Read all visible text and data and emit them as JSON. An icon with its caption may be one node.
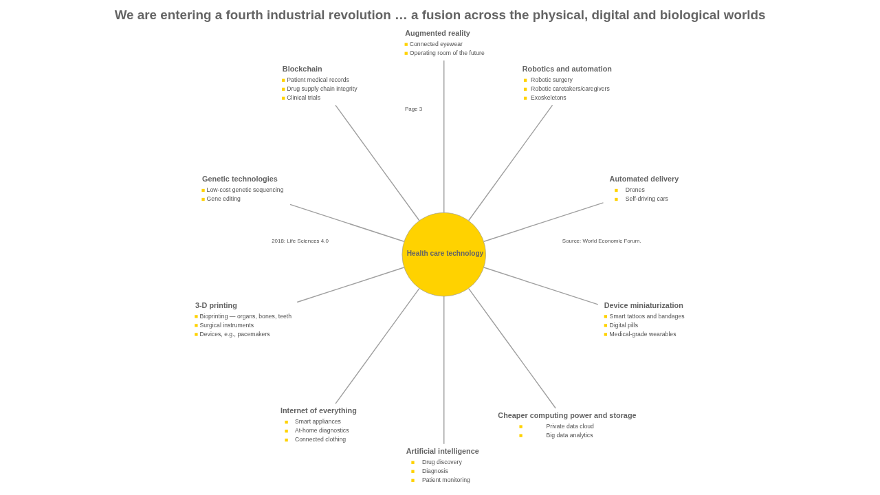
{
  "diagram": {
    "title": "We are entering a fourth industrial revolution … a fusion across the physical, digital and biological worlds",
    "nodes": [
      {
        "text": [
          "Health care technology"
        ]
      },
      {
        "text": [
          "Automated delivery",
          "Drones",
          "Self-driving cars"
        ]
      },
      {
        "text": [
          "Robotics and automation",
          "Robotic surgery",
          "Robotic caretakers/caregivers",
          "Exoskeletons"
        ]
      },
      {
        "text": [
          "Augmented reality",
          "Connected eyewear",
          "Operating room of the future"
        ]
      },
      {
        "text": [
          "Blockchain",
          "Patient medical records",
          "Drug supply chain integrity",
          "Clinical trials"
        ]
      },
      {
        "text": [
          "Genetic technologies",
          "Low-cost genetic sequencing",
          "Gene editing"
        ]
      },
      {
        "text": [
          "3-D printing",
          "Bioprinting — organs, bones, teeth",
          "Surgical instruments",
          "Devices, e.g., pacemakers"
        ]
      },
      {
        "text": [
          "Internet of everything",
          "Smart appliances",
          "At-home diagnostics",
          "Connected clothing"
        ]
      },
      {
        "text": [
          "Artificial intelligence",
          "Drug discovery",
          "Diagnosis",
          "Patient monitoring"
        ]
      },
      {
        "text": [
          "Cheaper computing power and storage",
          "Private data cloud",
          "Big data analytics"
        ]
      },
      {
        "text": [
          "Device miniaturization",
          "Smart tattoos and bandages",
          "Digital pills",
          "Medical-grade wearables"
        ]
      }
    ],
    "edges": [
      {
        "from": 0,
        "to": 1,
        "arrow": "none"
      },
      {
        "from": 0,
        "to": 2,
        "arrow": "none"
      },
      {
        "from": 0,
        "to": 3,
        "arrow": "none"
      },
      {
        "from": 0,
        "to": 4,
        "arrow": "none"
      },
      {
        "from": 0,
        "to": 5,
        "arrow": "none"
      },
      {
        "from": 0,
        "to": 6,
        "arrow": "none"
      },
      {
        "from": 0,
        "to": 7,
        "arrow": "none"
      },
      {
        "from": 0,
        "to": 8,
        "arrow": "none"
      },
      {
        "from": 0,
        "to": 9,
        "arrow": "none"
      },
      {
        "from": 0,
        "to": 10,
        "arrow": "none"
      }
    ],
    "labels": [
      "Source: World Economic Forum.",
      "Page 3",
      "2018: Life Sciences 4.0"
    ]
  }
}
